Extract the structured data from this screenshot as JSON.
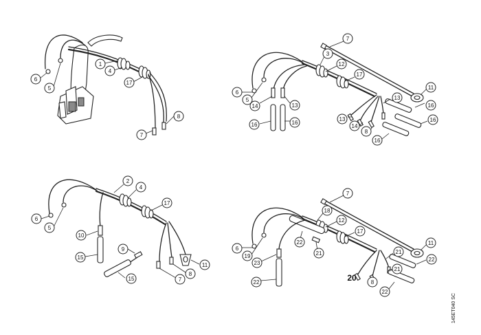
{
  "drawing_code": "145ET040 SC",
  "variants": [
    {
      "id": "top-left",
      "callouts": [
        {
          "label": "6"
        },
        {
          "label": "5"
        },
        {
          "label": "1"
        },
        {
          "label": "4"
        },
        {
          "label": "17"
        },
        {
          "label": "7"
        },
        {
          "label": "8"
        }
      ]
    },
    {
      "id": "top-right",
      "callouts": [
        {
          "label": "7"
        },
        {
          "label": "3"
        },
        {
          "label": "12"
        },
        {
          "label": "17"
        },
        {
          "label": "11"
        },
        {
          "label": "6"
        },
        {
          "label": "5"
        },
        {
          "label": "14"
        },
        {
          "label": "13"
        },
        {
          "label": "16"
        },
        {
          "label": "16"
        },
        {
          "label": "13"
        },
        {
          "label": "16"
        },
        {
          "label": "13"
        },
        {
          "label": "14"
        },
        {
          "label": "8"
        },
        {
          "label": "16"
        },
        {
          "label": "16"
        }
      ]
    },
    {
      "id": "bottom-left",
      "callouts": [
        {
          "label": "2"
        },
        {
          "label": "4"
        },
        {
          "label": "17"
        },
        {
          "label": "6"
        },
        {
          "label": "5"
        },
        {
          "label": "10"
        },
        {
          "label": "9"
        },
        {
          "label": "15"
        },
        {
          "label": "11"
        },
        {
          "label": "8"
        },
        {
          "label": "7"
        },
        {
          "label": "15"
        }
      ]
    },
    {
      "id": "bottom-right",
      "group_label": "20",
      "callouts": [
        {
          "label": "7"
        },
        {
          "label": "18"
        },
        {
          "label": "12"
        },
        {
          "label": "17"
        },
        {
          "label": "11"
        },
        {
          "label": "22"
        },
        {
          "label": "6"
        },
        {
          "label": "19"
        },
        {
          "label": "23"
        },
        {
          "label": "21"
        },
        {
          "label": "21"
        },
        {
          "label": "22"
        },
        {
          "label": "22"
        },
        {
          "label": "8"
        },
        {
          "label": "21"
        },
        {
          "label": "22"
        }
      ]
    }
  ]
}
